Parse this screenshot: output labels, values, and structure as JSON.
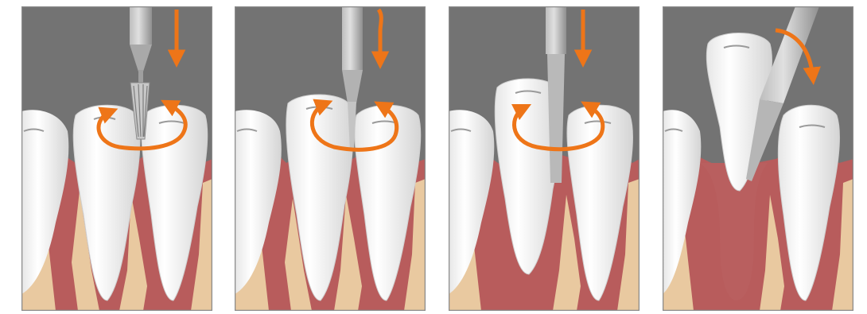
{
  "figure": {
    "panel_count": 4,
    "colors": {
      "background": "#737373",
      "bone": "#e9c9a0",
      "gum": "#b85c5c",
      "tooth": "#ffffff",
      "tooth_shade": "#d7d7d7",
      "instrument": "#a9a9a9",
      "arrow": "#ee7518",
      "frame": "#8a8a8a"
    },
    "panels": [
      {
        "step": 1,
        "instrument": "bur-icon",
        "motion": "rotate-and-press-icon"
      },
      {
        "step": 2,
        "instrument": "elevator-icon",
        "motion": "rotate-and-press-icon"
      },
      {
        "step": 3,
        "instrument": "elevator-icon",
        "motion": "rotate-and-press-icon"
      },
      {
        "step": 4,
        "instrument": "elevator-icon",
        "motion": "lever-arc-icon"
      }
    ]
  }
}
